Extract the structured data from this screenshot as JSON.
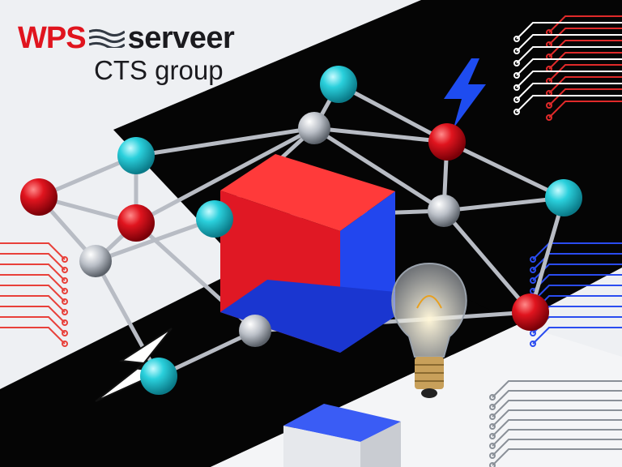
{
  "logo": {
    "brand_red": "WPS",
    "brand_dark": "serveer",
    "subtitle": "CTS group"
  },
  "colors": {
    "background": "#eef0f3",
    "band": "#050505",
    "red": "#e0141e",
    "blue": "#1e3ee8",
    "cyan": "#2ad0dc",
    "silver": "#c8ccd2"
  }
}
